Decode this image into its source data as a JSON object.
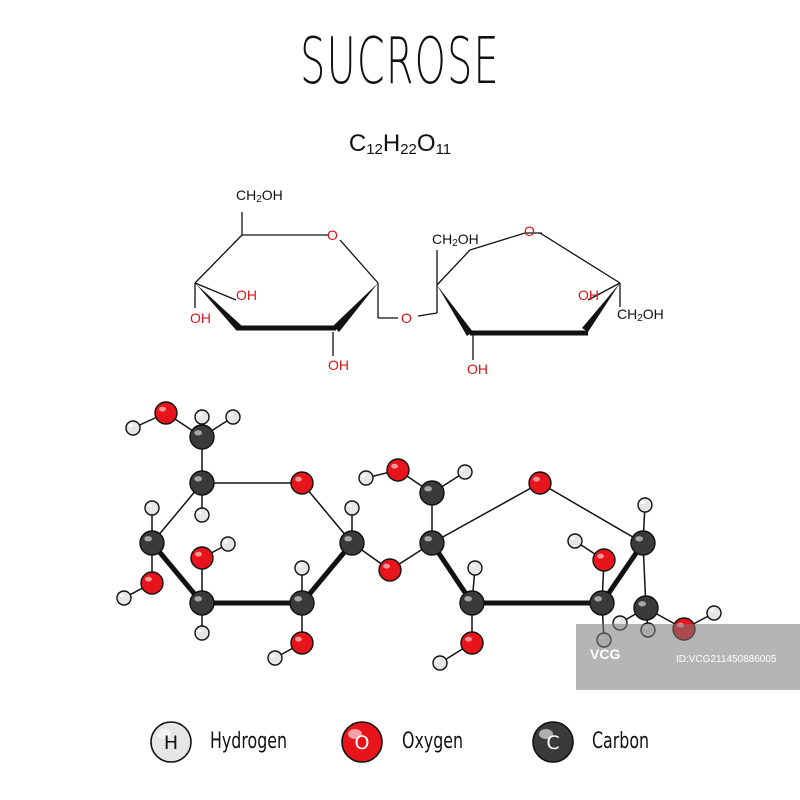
{
  "title": "SUCROSE",
  "formula": {
    "c": "C",
    "c_n": "12",
    "h": "H",
    "h_n": "22",
    "o": "O",
    "o_n": "11"
  },
  "structural_labels": {
    "ch2oh": "CH",
    "ch2oh_sub": "2",
    "ch2oh_tail": "OH",
    "oh": "OH",
    "o": "O"
  },
  "legend": [
    {
      "symbol": "H",
      "name": "Hydrogen",
      "color": "#e6e6e6"
    },
    {
      "symbol": "O",
      "name": "Oxygen",
      "color": "#e8141c"
    },
    {
      "symbol": "C",
      "name": "Carbon",
      "color": "#3a3a3a"
    }
  ],
  "colors": {
    "oxygen": "#e8141c",
    "carbon": "#3a3a3a",
    "hydrogen": "#e6e6e6",
    "bond": "#111111"
  },
  "watermark": {
    "logo": "VCG",
    "id": "ID:VCG211450886005"
  }
}
